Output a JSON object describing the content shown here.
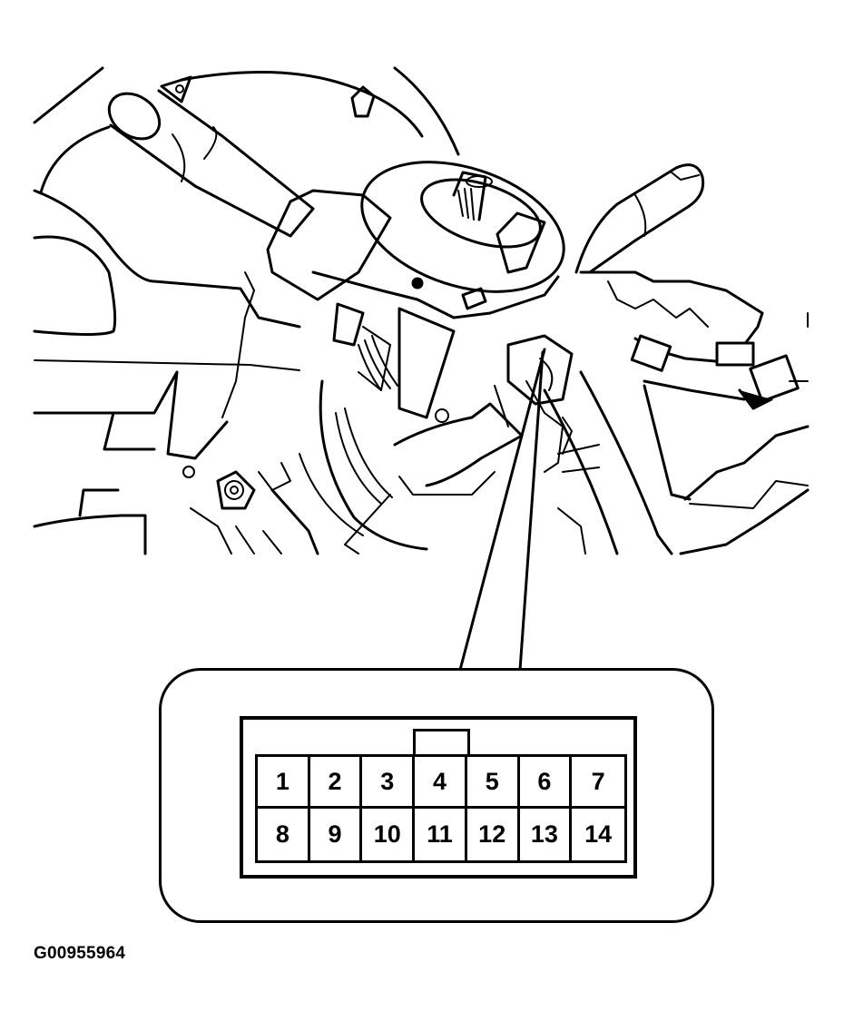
{
  "figure": {
    "id_label": "G00955964",
    "subject": "steering-column-combination-switch-with-connector-callout"
  },
  "callout": {
    "title": "connector-face-view",
    "pin_count": 14,
    "rows": [
      {
        "pins": [
          "1",
          "2",
          "3",
          "4",
          "5",
          "6",
          "7"
        ]
      },
      {
        "pins": [
          "8",
          "9",
          "10",
          "11",
          "12",
          "13",
          "14"
        ]
      }
    ],
    "key_tab_above_pin": "4"
  },
  "colors": {
    "line": "#000000",
    "background": "#ffffff"
  }
}
